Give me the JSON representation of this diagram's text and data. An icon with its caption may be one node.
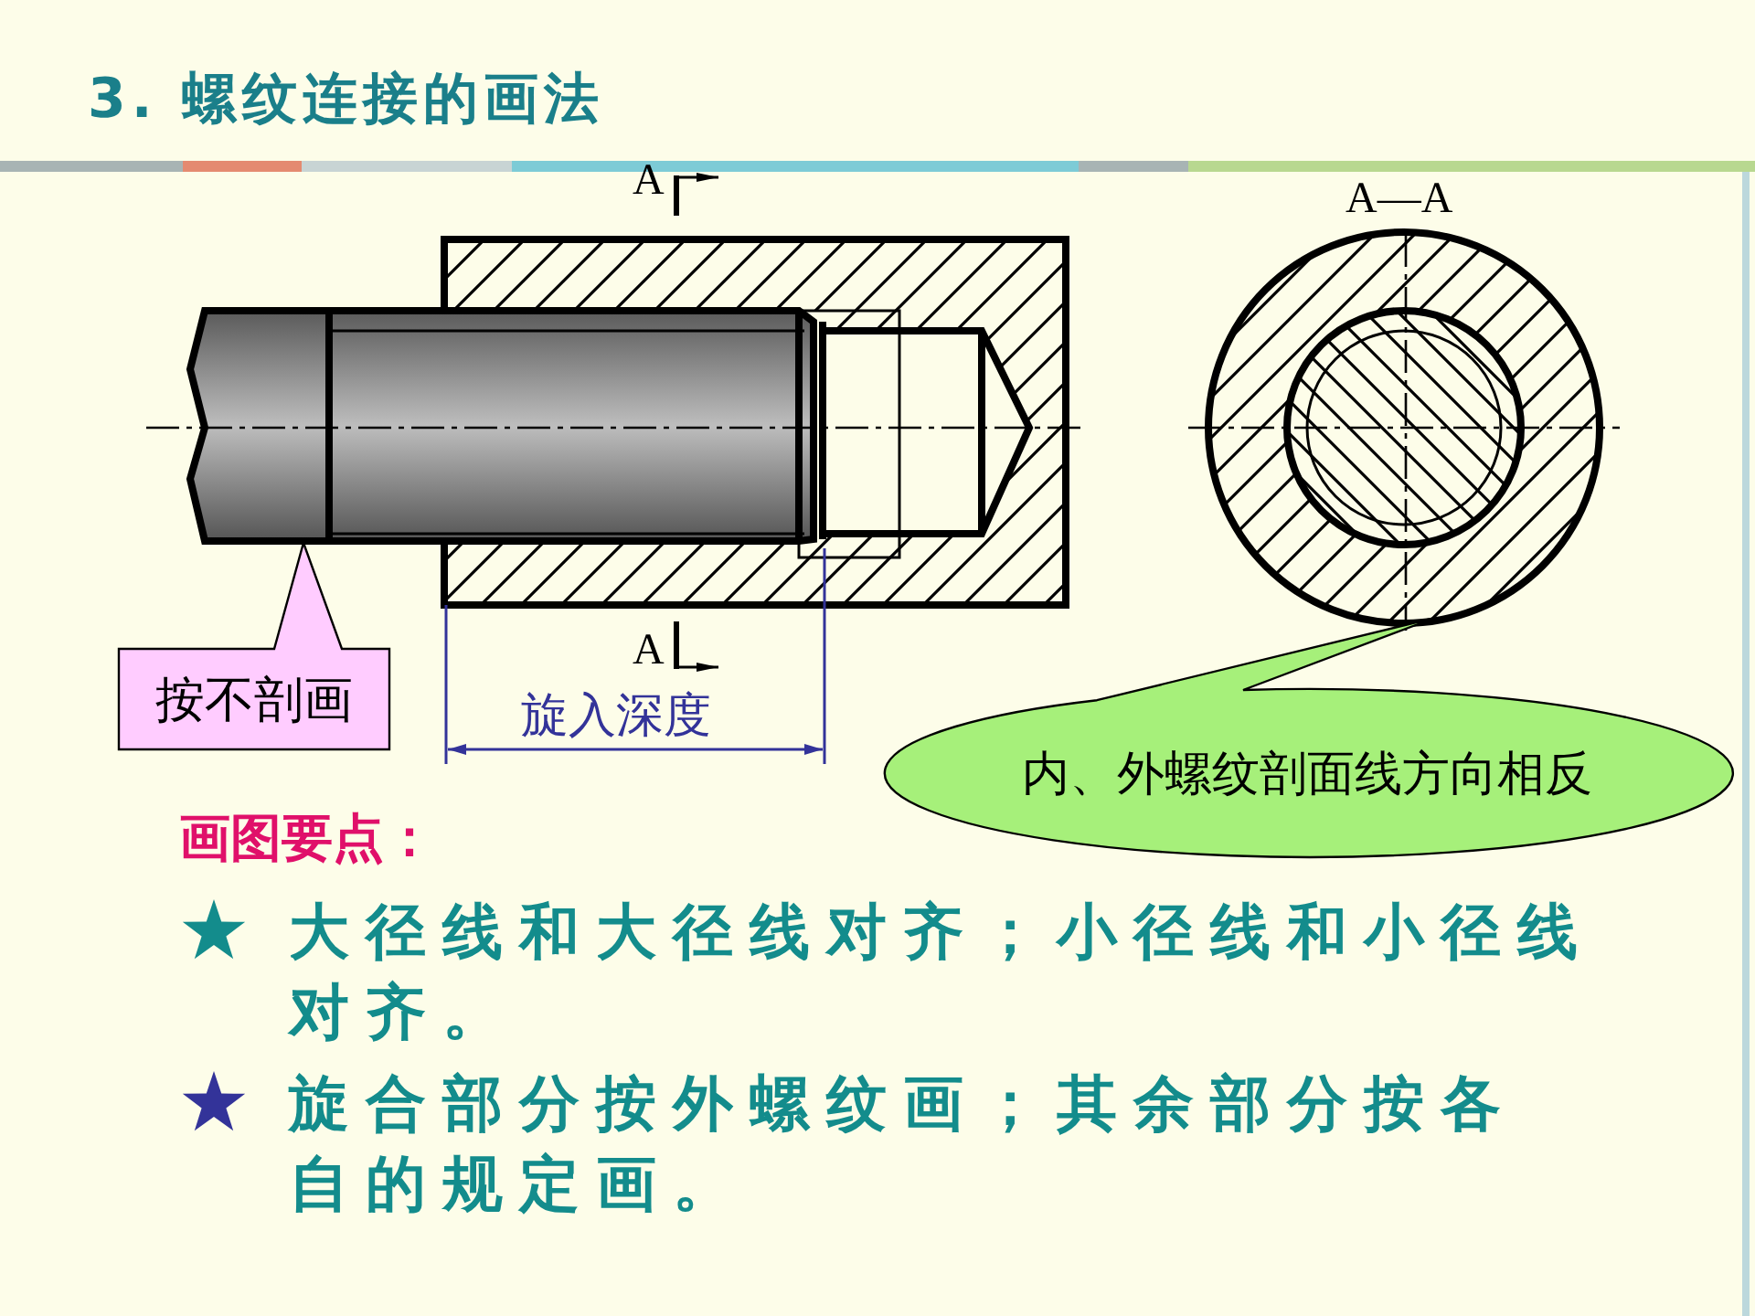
{
  "diagram": {
    "title": "3. 螺纹连接的画法",
    "nodes": [
      {
        "text": [
          "按不剖画"
        ]
      },
      {
        "text": [
          "内、外螺纹剖面线方向相反"
        ]
      }
    ],
    "labels": [
      "A",
      "A—A",
      "A",
      "旋入深度",
      "画图要点：",
      "大径线和大径线对齐；小径线和小径线对齐。",
      "旋合部分按外螺纹画；其余部分按各自的规定画。"
    ]
  }
}
